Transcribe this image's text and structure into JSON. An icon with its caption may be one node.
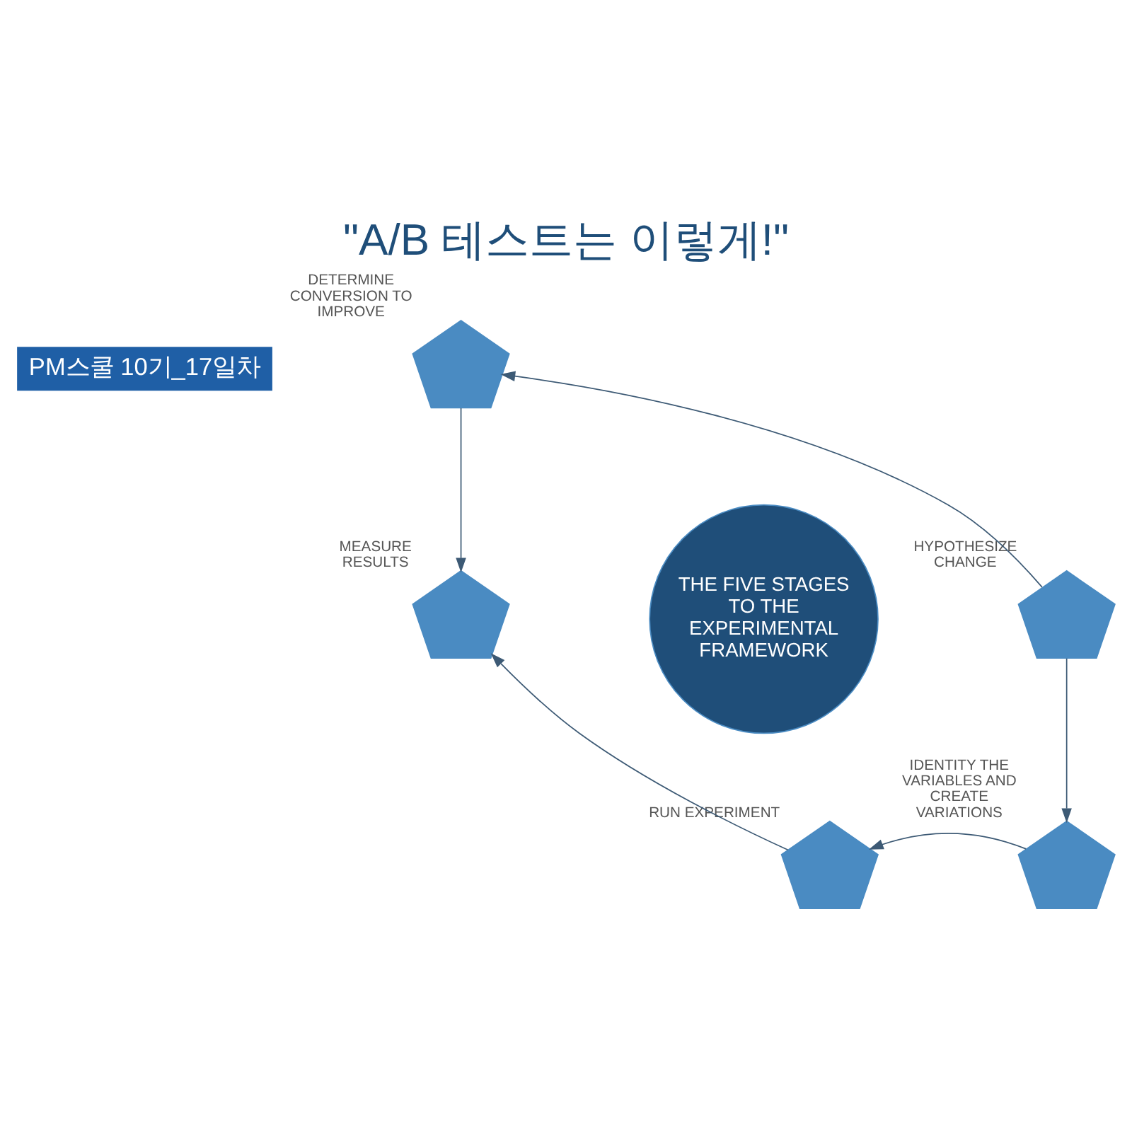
{
  "diagram": {
    "title": "\"A/B 테스트는 이렇게!\"",
    "nodes": [
      {
        "text": [],
        "shape": "pentagon",
        "beside": [
          "DETERMINE CONVERSION TO IMPROVE"
        ]
      },
      {
        "text": [],
        "shape": "pentagon",
        "beside": [
          "MEASURE RESULTS"
        ]
      },
      {
        "text": [
          "THE FIVE STAGES TO THE EXPERIMENTAL FRAMEWORK"
        ]
      },
      {
        "text": [],
        "shape": "pentagon",
        "beside": [
          "HYPOTHESIZE CHANGE"
        ]
      },
      {
        "text": [],
        "shape": "pentagon",
        "beside": [
          "RUN EXPERIMENT"
        ]
      },
      {
        "text": [],
        "shape": "pentagon",
        "beside": [
          "IDENTITY THE VARIABLES AND CREATE VARIATIONS"
        ]
      }
    ],
    "edges": [
      {
        "from": 3,
        "to": 0,
        "arrow": "to"
      },
      {
        "from": 3,
        "to": 5,
        "arrow": "to"
      },
      {
        "from": 5,
        "to": 4,
        "arrow": "to"
      },
      {
        "from": 4,
        "to": 1,
        "arrow": "to"
      },
      {
        "from": 0,
        "to": 1,
        "arrow": "to"
      }
    ],
    "labels": [
      "PM스쿨 10기_17일차"
    ]
  }
}
